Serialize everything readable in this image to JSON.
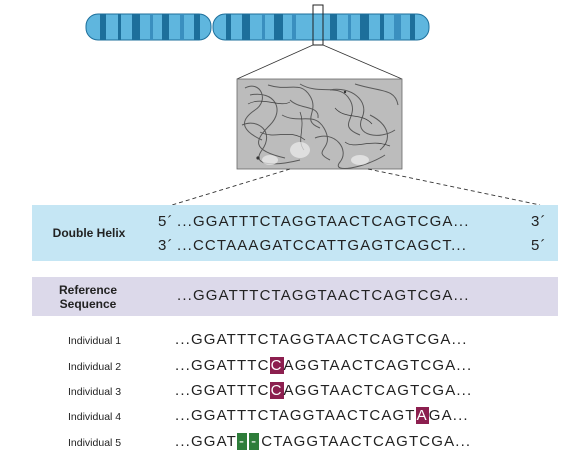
{
  "colors": {
    "chromosome_light": "#5fb6de",
    "chromosome_dark": "#1d6f9b",
    "helix_band": "#c5e6f4",
    "reference_band": "#dcd9ea",
    "substitution": "#8c1f4f",
    "deletion": "#2e7d3a"
  },
  "double_helix": {
    "label": "Double Helix",
    "strand_top_5": "5´",
    "strand_top": "...GGATTTCTAGGTAACTCAGTCGA...",
    "strand_top_3": "3´",
    "strand_bottom_3": "3´",
    "strand_bottom": "...CCTAAAGATCCATTGAGTCAGCT...",
    "strand_bottom_5": "5´"
  },
  "reference": {
    "label_line1": "Reference",
    "label_line2": "Sequence",
    "sequence": "...GGATTTCTAGGTAACTCAGTCGA..."
  },
  "individuals": [
    {
      "label": "Individual 1",
      "pre": "...GGATTTCTAGGTAACTCAGTCGA...",
      "mut": "",
      "post": ""
    },
    {
      "label": "Individual 2",
      "pre": "...GGATTTC",
      "mut": "C",
      "post": "AGGTAACTCAGTCGA..."
    },
    {
      "label": "Individual 3",
      "pre": "...GGATTTC",
      "mut": "C",
      "post": "AGGTAACTCAGTCGA..."
    },
    {
      "label": "Individual 4",
      "pre": "...GGATTTCTAGGTAACTCAGT",
      "mut": "A",
      "post": "GA..."
    },
    {
      "label": "Individual 5",
      "pre": "...GGAT",
      "del1": "-",
      "del2": "-",
      "post": "CTAGGTAACTCAGTCGA..."
    }
  ]
}
